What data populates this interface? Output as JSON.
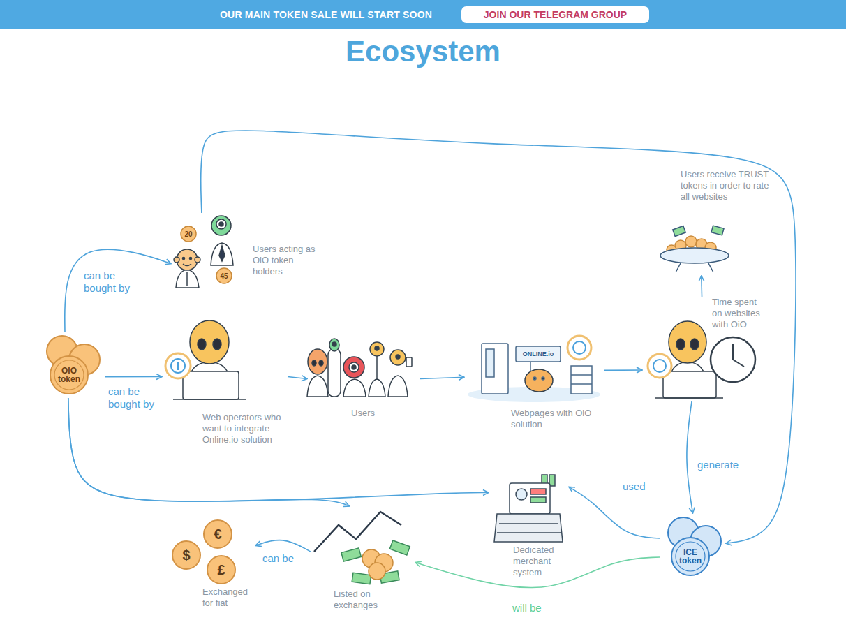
{
  "diagram": {
    "title": "Ecosystem",
    "nodes": [
      {
        "text": [
          "OUR MAIN TOKEN SALE WILL START SOON"
        ]
      },
      {
        "text": [
          "JOIN OUR TELEGRAM GROUP"
        ],
        "in": 0
      },
      {
        "text": [
          "OIO token"
        ]
      },
      {
        "text": [
          "Users acting as OiO token holders"
        ]
      },
      {
        "text": [
          "Web operators who want to integrate Online.io solution"
        ]
      },
      {
        "text": [
          "Users"
        ]
      },
      {
        "text": [
          "Webpages with OiO solution"
        ]
      },
      {
        "text": [
          "Time spent on websites with OiO"
        ]
      },
      {
        "text": [
          "Users receive TRUST tokens in order to rate all websites"
        ]
      },
      {
        "text": [
          "ICE token"
        ]
      },
      {
        "text": [
          "Dedicated merchant system"
        ]
      },
      {
        "text": [
          "Listed on exchanges"
        ]
      },
      {
        "text": [
          "Exchanged for fiat"
        ]
      }
    ],
    "edges": [
      {
        "from": 2,
        "to": 3,
        "label": "can be bought by",
        "arrow": "to"
      },
      {
        "from": 2,
        "to": 4,
        "label": "can be bought by",
        "arrow": "to"
      },
      {
        "from": 4,
        "to": 5,
        "arrow": "to"
      },
      {
        "from": 5,
        "to": 6,
        "arrow": "to"
      },
      {
        "from": 6,
        "to": 7,
        "arrow": "to"
      },
      {
        "from": 7,
        "to": 8,
        "arrow": "to"
      },
      {
        "from": 7,
        "to": 9,
        "label": "generate",
        "arrow": "to"
      },
      {
        "from": 9,
        "to": 10,
        "label": "used",
        "arrow": "to"
      },
      {
        "from": 9,
        "to": 11,
        "label": "will be",
        "arrow": "to"
      },
      {
        "from": 11,
        "to": 12,
        "label": "can be",
        "arrow": "to"
      },
      {
        "from": 2,
        "to": 11,
        "arrow": "to"
      },
      {
        "from": 2,
        "to": 10,
        "arrow": "to"
      },
      {
        "from": 3,
        "to": 9,
        "arrow": "to"
      }
    ],
    "labels": [
      "20",
      "45",
      "ONLINE.io",
      "€",
      "$",
      "£"
    ]
  }
}
